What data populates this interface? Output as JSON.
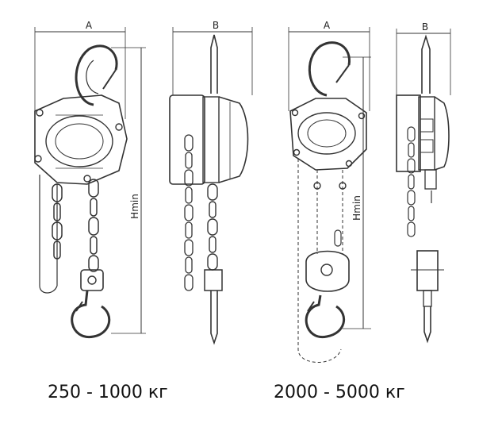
{
  "figure": {
    "dims": {
      "a": "A",
      "b": "B",
      "hmin": "Hmin"
    },
    "captions": {
      "small": "250 - 1000 кг",
      "large": "2000 - 5000 кг"
    }
  }
}
